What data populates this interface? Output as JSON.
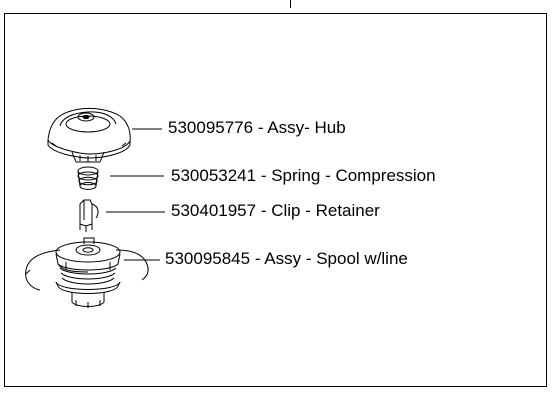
{
  "parts": [
    {
      "number": "530095776",
      "text": "530095776 - Assy- Hub",
      "icon": "hub-icon"
    },
    {
      "number": "530053241",
      "text": "530053241 - Spring - Compression",
      "icon": "spring-icon"
    },
    {
      "number": "530401957",
      "text": "530401957 - Clip - Retainer",
      "icon": "clip-icon"
    },
    {
      "number": "530095845",
      "text": "530095845 - Assy - Spool w/line",
      "icon": "spool-icon"
    }
  ]
}
